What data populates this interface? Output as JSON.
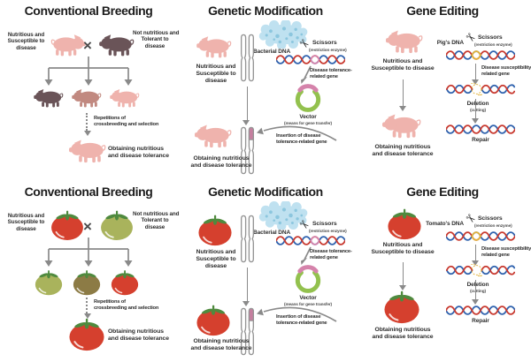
{
  "titles": {
    "conventional": "Conventional Breeding",
    "gm": "Genetic Modification",
    "ge": "Gene Editing"
  },
  "conventional": {
    "parent_left": "Nutritious and\nSusceptible to\ndisease",
    "cross": "×",
    "parent_right": "Not nutritious and\nTolerant to\ndisease",
    "repetitions": "Repetitions of\ncrossbreeding and selection",
    "outcome": "Obtaining nutritious\nand disease tolerance"
  },
  "gm": {
    "bacterial_dna": "Bacterial DNA",
    "scissors": "Scissors",
    "scissors_sub": "(restriction enzyme)",
    "subject": "Nutritious and\nSusceptible to\ndisease",
    "gene": "Disease tolerance-\nrelated gene",
    "vector": "Vector",
    "vector_sub": "(means for gene transfer)",
    "insertion": "Insertion of disease\ntolerance-related gene",
    "outcome": "Obtaining nutritious\nand disease tolerance"
  },
  "ge": {
    "dna_owner_pig": "Pig's DNA",
    "dna_owner_tomato": "Tomato's DNA",
    "scissors": "Scissors",
    "scissors_sub": "(restriction enzyme)",
    "subject": "Nutritious and\nSusceptible to disease",
    "gene": "Disease susceptibility-\nrelated gene",
    "deletion": "Deletion",
    "deletion_sub": "(cutting)",
    "repair": "Repair",
    "outcome": "Obtaining nutritious\nand disease tolerance"
  },
  "colors": {
    "pig_pink": "#efb3ad",
    "pig_dark": "#6a5458",
    "pig_mixed": "#c18980",
    "tomato_red": "#d5402e",
    "tomato_green": "#a9b35c",
    "tomato_brown": "#8c7b45",
    "calyx_green": "#4f8a3e",
    "dna_red": "#c8392f",
    "dna_blue": "#2f62ae",
    "highlight_pink": "#d583ab",
    "highlight_yellow": "#e2b33c",
    "vector_green": "#93c14e",
    "bacteria_blue": "#bfe1f0",
    "chromosome_tip_pink": "#c57f9f",
    "arrow_gray": "#8a8a8a"
  }
}
